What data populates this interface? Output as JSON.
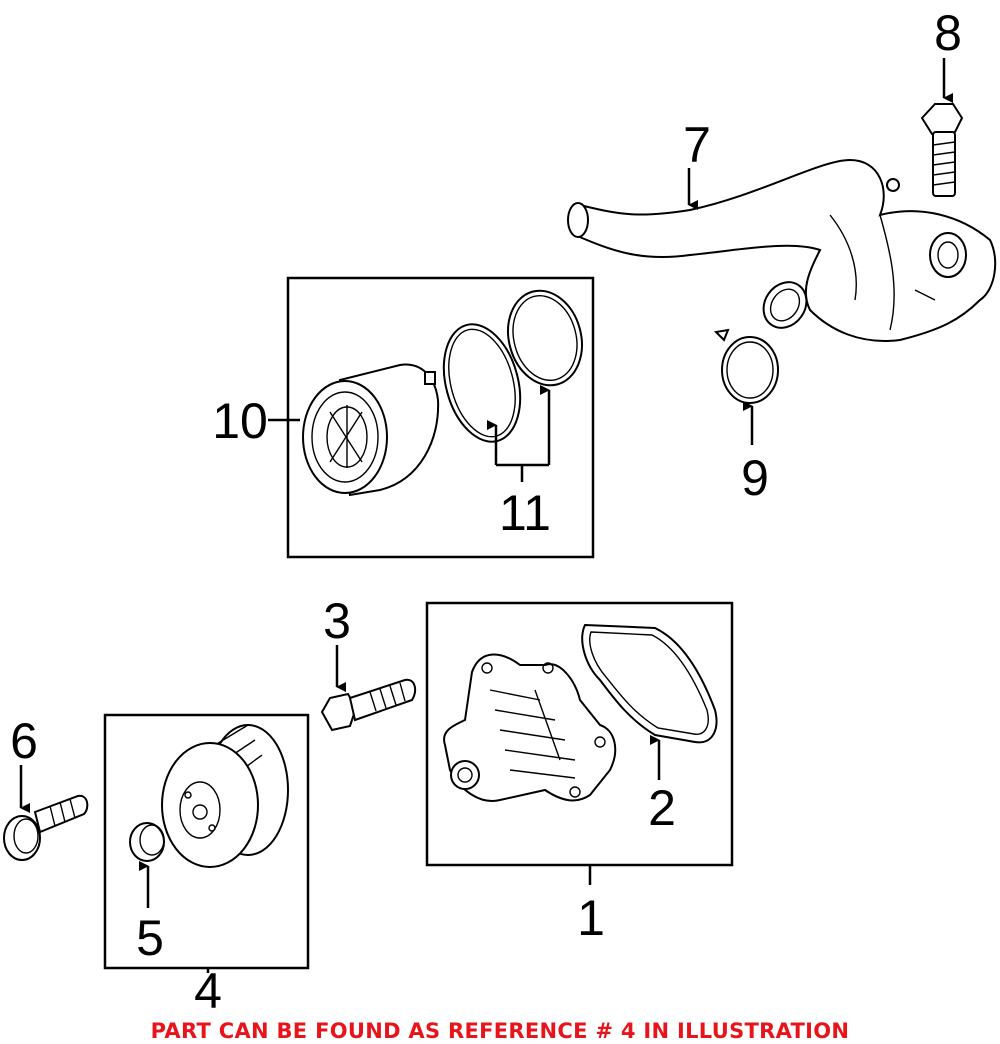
{
  "callouts": {
    "c1": "1",
    "c2": "2",
    "c3": "3",
    "c4": "4",
    "c5": "5",
    "c6": "6",
    "c7": "7",
    "c8": "8",
    "c9": "9",
    "c10": "10",
    "c11": "11"
  },
  "note": "PART CAN BE FOUND AS REFERENCE # 4 IN ILLUSTRATION",
  "colors": {
    "note": "#e8141c",
    "lines": "#000000"
  }
}
